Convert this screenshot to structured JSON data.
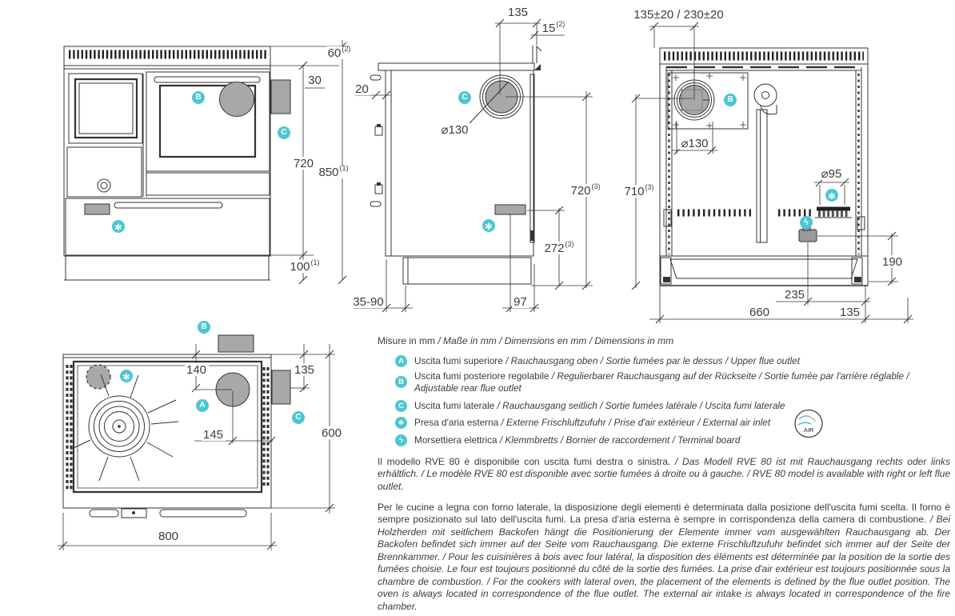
{
  "colors": {
    "accent": "#4cc7d1",
    "gray_fill": "#a8a8a8",
    "line": "#333333",
    "text": "#3b3b3b"
  },
  "glyphs": {
    "A": "A",
    "B": "B",
    "C": "C",
    "air": "∗",
    "bolt": "ϟ"
  },
  "air_icon_label": "AIR",
  "units_note": {
    "regular": "Misure in mm",
    "italic": " / Maße in mm / Dimensions en mm / Dimensions in mm"
  },
  "legend": {
    "items": [
      {
        "badge": "A",
        "regular": "Uscita fumi superiore",
        "italic": " / Rauchausgang oben  / Sortie fumées par le dessus / Upper flue outlet"
      },
      {
        "badge": "B",
        "regular": "Uscita fumi posteriore regolabile",
        "italic": " /  Regulierbarer Rauchausgang auf der Rückseite / Sortie fumée par l'arrière réglable / Adjustable rear flue outlet"
      },
      {
        "badge": "C",
        "regular": "Uscita fumi laterale",
        "italic": " / Rauchausgang seitlich  / Sortie fumées latérale / Uscita fumi laterale"
      },
      {
        "badge": "∗",
        "regular": "Presa d'aria esterna",
        "italic": " / Externe Frischluftzufuhr / Prise d'air extérieur / External air inlet"
      },
      {
        "badge": "ϟ",
        "regular": "Morsettiera elettrica",
        "italic": " / Klemmbretts / Bornier de raccordement / Terminal board"
      }
    ]
  },
  "paragraphs": [
    {
      "regular": "Il modello RVE 80 è disponibile con uscita fumi destra o sinistra.",
      "italic": " / Das Modell RVE 80 ist mit Rauchausgang rechts oder links erhältlich. / Le modèle RVE 80 est disponible avec sortie fumées à droite ou à gauche. / RVE 80 model is available with right or left flue outlet."
    },
    {
      "regular": "Per le cucine a legna con forno laterale, la disposizione degli elementi è determinata dalla posizione dell'uscita fumi scelta. Il forno è sempre posizionato sul lato dell'uscita fumi. La presa d'aria esterna è sempre in corrispondenza della camera di combustione.",
      "italic": " / Bei Holzherden mit seitlichem Backofen hängt die Positionierung der Elemente immer vom ausgewählten Rauchausgang ab. Der Backofen befindet sich immer auf der Seite vom Rauchausgang. Die externe Frischluftzufuhr befindet sich immer auf der Seite der Brennkammer. / Pour les cuisinières à bois avec four latéral, la disposition des éléments est déterminée par la position de la sortie des fumées choisie. Le four est toujours positionné du côté de la sortie des fumées. La prise d'air extérieur est toujours positionnée sous la chambre de combustion. / For the cookers with lateral oven, the placement of the elements is defined by the flue outlet position. The oven is always located in correspondence of the flue outlet. The external air intake is always located in correspondence of the fire chamber."
    }
  ],
  "dims": {
    "front": [
      {
        "v": "60",
        "sup": "(2)"
      },
      {
        "v": "30"
      },
      {
        "v": "720"
      },
      {
        "v": "850",
        "sup": "(1)"
      },
      {
        "v": "100",
        "sup": "(1)"
      }
    ],
    "side": [
      {
        "v": "135"
      },
      {
        "v": "15",
        "sup": "(2)"
      },
      {
        "v": "20"
      },
      {
        "v": "⌀130"
      },
      {
        "v": "720",
        "sup": "(3)"
      },
      {
        "v": "272",
        "sup": "(3)"
      },
      {
        "v": "35-90"
      },
      {
        "v": "97"
      }
    ],
    "rear": [
      {
        "v": "135±20 / 230±20"
      },
      {
        "v": "⌀130"
      },
      {
        "v": "⌀95"
      },
      {
        "v": "710",
        "sup": "(3)"
      },
      {
        "v": "190"
      },
      {
        "v": "235"
      },
      {
        "v": "660"
      },
      {
        "v": "135"
      }
    ],
    "top": [
      {
        "v": "140"
      },
      {
        "v": "135"
      },
      {
        "v": "145"
      },
      {
        "v": "600"
      },
      {
        "v": "800"
      }
    ]
  }
}
